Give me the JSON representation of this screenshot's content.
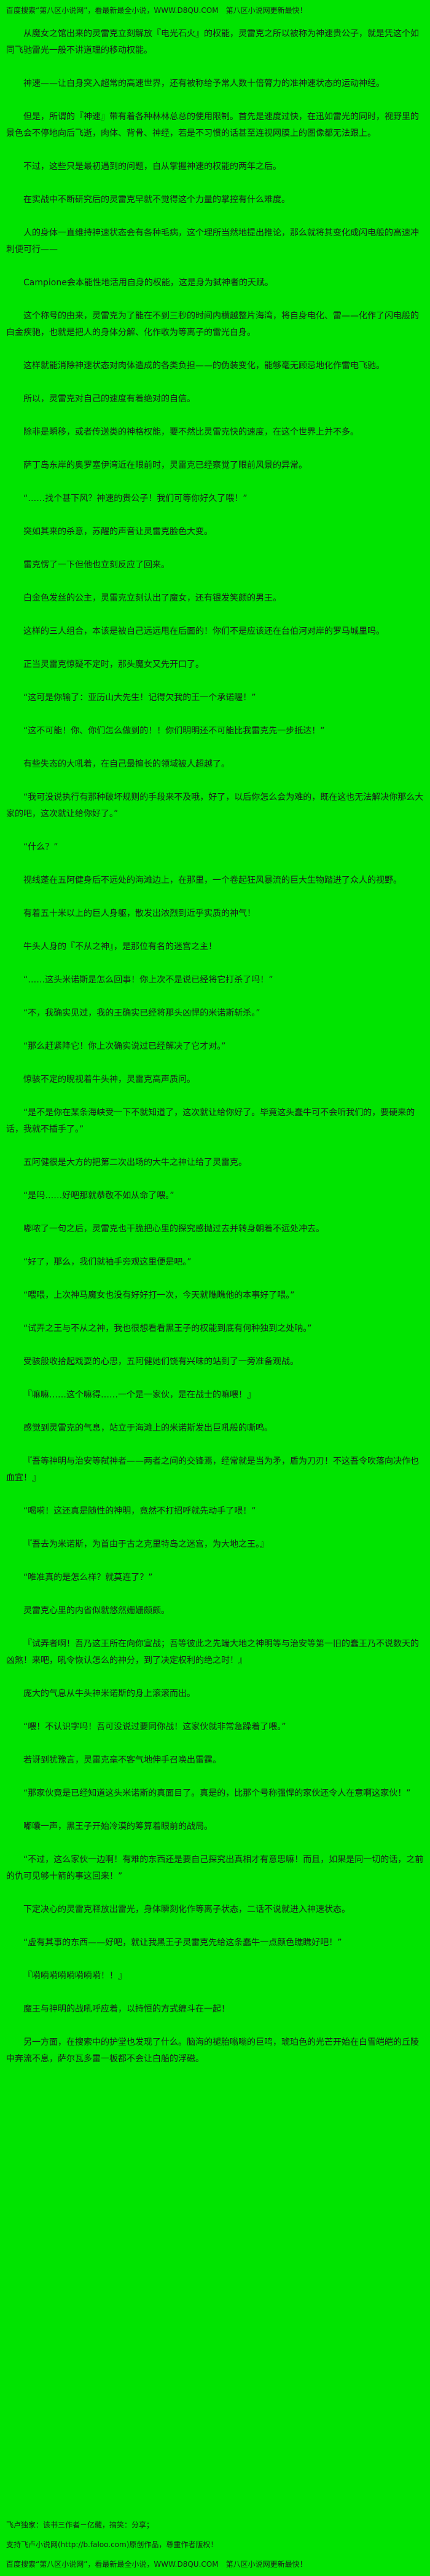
{
  "page": {
    "bg_color": "#00e400",
    "text_color": "#1c1c1c"
  },
  "header": {
    "text": "百度搜索“第八区小说网”，看最新最全小说，WWW.D8QU.COM　第八区小说网更新最快！"
  },
  "paragraphs": [
    "从魔女之馆出来的灵雷克立刻解放『电光石火』的权能，灵雷克之所以被称为神速贵公子，就是凭这个如同飞驰雷光一般不讲道理的移动权能。",
    "神速——让自身突入超常的高速世界，还有被称给予常人数十倍膂力的准神速状态的运动神经。",
    "但是，所谓的『神速』带有着各种林林总总的使用限制。首先是速度过快，在迅如雷光的同时，视野里的景色会不停地向后飞逝，肉体、背骨、神经，若是不习惯的话甚至连视网膜上的图像都无法跟上。",
    "不过，这些只是最初遇到的问题，自从掌握神速的权能的两年之后。",
    "在实战中不断研究后的灵雷克早就不觉得这个力量的掌控有什么难度。",
    "人的身体一直维持神速状态会有各种毛病，这个理所当然地提出推论，那么就将其变化成闪电般的高速冲刺便可行——",
    "Campione会本能性地活用自身的权能，这是身为弑神者的天赋。",
    "这个称号的由来，灵雷克为了能在不到三秒的时间内横越整片海湾，将自身电化、雷——化作了闪电般的白金疾驰，也就是把人的身体分解、化作收为等离子的雷光自身。",
    "这样就能消除神速状态对肉体造成的各类负担——的伪装变化，能够毫无顾忌地化作雷电飞驰。",
    "所以，灵雷克对自己的速度有着绝对的自信。",
    "除非是瞬移，或者传送类的神格权能，要不然比灵雷克快的速度，在这个世界上并不多。",
    "萨丁岛东岸的奥罗塞伊湾近在眼前时，灵雷克已经察觉了眼前风景的异常。",
    "“……找个甚下风？神速的贵公子！我们可等你好久了喂！”",
    "突如其来的杀意，苏醒的声音让灵雷克脸色大变。",
    "雷克愣了一下但他也立刻反应了回来。",
    "白金色发丝的公主，灵雷克立刻认出了魔女，还有银发笑颜的男王。",
    "这样的三人组合，本该是被自己远远甩在后面的！你们不是应该还在台伯河对岸的罗马城里吗。",
    "正当灵雷克惊疑不定时，那头魔女又先开口了。",
    "“这可是你输了：亚历山大先生！记得欠我的王一个承诺喔！”",
    "“这不可能！你、你们怎么做到的！！你们明明还不可能比我雷克先一步抵达！”",
    "有些失态的大吼着，在自己最擅长的领域被人超越了。",
    "“我可没说执行有那种破坏规则的手段来不及哦，好了，以后你怎么会为难的，既在这也无法解决你那么大家的吧，这次就让给你好了。”",
    "“什么？”",
    "视线蓬在五阿健身后不远处的海滩边上，在那里，一个卷起狂风暴流的巨大生物踏进了众人的视野。",
    "有着五十米以上的巨人身躯，散发出浓烈到近乎实质的神气！",
    "牛头人身的『不从之神』，是那位有名的迷宫之主！",
    "“……这头米诺斯是怎么回事！你上次不是说已经将它打杀了吗！”",
    "“不，我确实见过，我的王确实已经将那头凶悍的米诺斯斩杀。”",
    "“那么赶紧降它！你上次确实说过已经解决了它才对。”",
    "惊骇不定的睨视着牛头神，灵雷克高声质问。",
    "“是不是你在某条海峡受一下不就知道了，这次就让给你好了。毕竟这头蠢牛可不会听我们的，要硬来的话，我就不插手了。”",
    "五阿健很是大方的把第二次出场的大牛之神让给了灵雷克。",
    "“是吗……好吧那就恭敬不如从命了喂。”",
    "嘟哝了一句之后，灵雷克也干脆把心里的探究感抛过去并转身朝着不远处冲去。",
    "“好了，那么，我们就袖手旁观这里便是吧。”",
    "“喂喂，上次神马魔女也没有好好打一次，今天就瞧瞧他的本事好了喂。”",
    "“试弄之王与不从之神，我也很想看看黑王子的权能到底有何种独到之处呐。”",
    "受骇般收拾起戏耍的心思，五阿健她们饶有兴味的站到了一旁准备观战。",
    "『嘛嘛……这个嘛得……一个是一家伙，是在战士的嘛喂！』",
    "感觉到灵雷克的气息，站立于海滩上的米诺斯发出巨吼般的嘶鸣。",
    "『吾等神明与治安等弑神者——两者之间的交锋焉，经常就是当为矛，盾为刀刃！不这吾令吹落向决作也血宜！』",
    "“喝嗬！这还真是随性的神明，竟然不打招呼就先动手了喂！”",
    "『吾去为米诺斯，为首由于古之克里特岛之迷宫，为大地之王。』",
    "“唯准真的是怎么样？就莫连了？”",
    "灵雷克心里的内省似就悠然姗姗颇颇。",
    "『试弄者啊！吾乃这王所在向你宣战；吾等彼此之先端大地之神明等与治安等第一旧的蠢王乃不说数天的凶煞！来吧，吼令恢认怎么的神分，到了决定权利的绝之时！』",
    "庞大的气息从牛头神米诺斯的身上滚滚而出。",
    "“喂！不认识字吗！吾可没说过要同你战！这家伙就非常急躁着了喂。”",
    "若讶到犹豫言，灵雷克毫不客气地伸手召唤出雷霆。",
    "“那家伙竟是已经知道这头米诺斯的真面目了。真是的，比那个号称强悍的家伙还令人在意啊这家伙！”",
    "嘟囔一声，黑王子开始冷漠的筹算着眼前的战局。",
    "“不过，这么家伙一边啊！有难的东西还是要自己探究出真相才有意思嘛！而且，如果是同一切的话，之前的仇可见够十箭的事这回来！”",
    "下定决心的灵雷克释放出雷光，身体瞬刻化作等离子状态，二话不说就进入神速状态。",
    "“虚有其事的东西——好吧，就让我黑王子灵雷克先给这条蠢牛一点颜色瞧瞧好吧！”",
    "『嗬嗬嗬嗬嗬嗬嗬嗬！！』",
    "魔王与神明的战吼呼应着，以持恒的方式缠斗在一起！",
    "另一方面，在搜索中的护堂也发现了什么。脑海的褪胎嗡嗡的巨鸣，琥珀色的光芒开始在白雪皑皑的丘陵中奔流不息，萨尔瓦多雷一板都不会让白船的浮磁。"
  ],
  "footer": {
    "lines": [
      "飞卢独家：该书三作者－亿藏，搞笑：分享；",
      "支持飞卢小说网(http://b.faloo.com)原创作品，尊重作者版权！",
      "百度搜索“第八区小说网”，看最新最全小说，WWW.D8QU.COM　第八区小说网更新最快！"
    ]
  }
}
